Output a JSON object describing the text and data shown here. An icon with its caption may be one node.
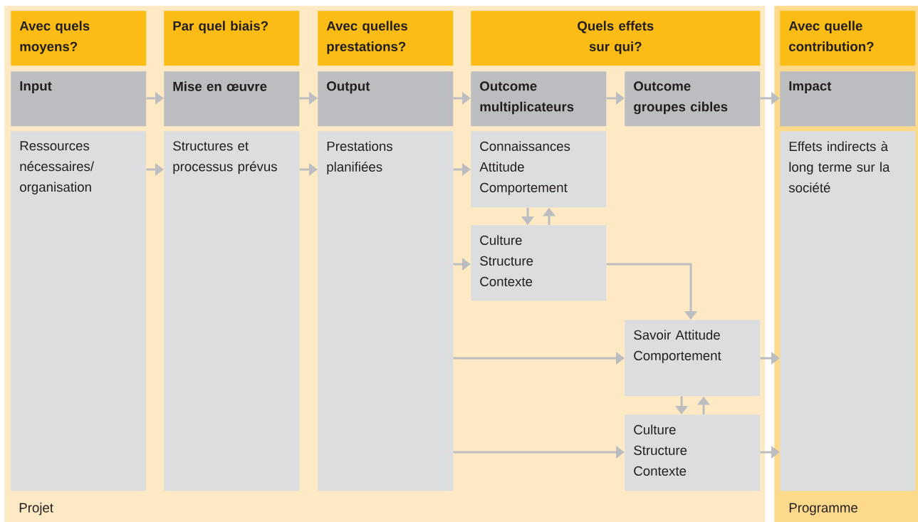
{
  "diagram": {
    "nodes": [
      {
        "text": [
          "Projet"
        ]
      },
      {
        "text": [
          "Programme"
        ]
      },
      {
        "text": [
          "Avec quels moyens?"
        ],
        "in": 0
      },
      {
        "text": [
          "Par quel biais?"
        ],
        "in": 0
      },
      {
        "text": [
          "Avec quelles prestations?"
        ],
        "in": 0
      },
      {
        "text": [
          "Quels effets sur qui?"
        ],
        "in": 0
      },
      {
        "text": [
          "Avec quelle contribution?"
        ],
        "in": 1
      },
      {
        "text": [
          "Input"
        ],
        "in": 0
      },
      {
        "text": [
          "Mise en œuvre"
        ],
        "in": 0
      },
      {
        "text": [
          "Output"
        ],
        "in": 0
      },
      {
        "text": [
          "Outcome multiplicateurs"
        ],
        "in": 0
      },
      {
        "text": [
          "Outcome groupes cibles"
        ],
        "in": 0
      },
      {
        "text": [
          "Impact"
        ],
        "in": 1
      },
      {
        "text": [
          "Ressources nécessaires/ organisation"
        ],
        "in": 0
      },
      {
        "text": [
          "Structures et processus prévus"
        ],
        "in": 0
      },
      {
        "text": [
          "Prestations planifiées"
        ],
        "in": 0
      },
      {
        "text": [
          "Connaissances Attitude Comportement"
        ],
        "in": 0
      },
      {
        "text": [
          "Culture Structure Contexte"
        ],
        "in": 0
      },
      {
        "text": [
          "Savoir Attitude Comportement"
        ],
        "in": 0
      },
      {
        "text": [
          "Culture Structure Contexte"
        ],
        "in": 0
      },
      {
        "text": [
          "Effets indirects à long terme sur la société"
        ],
        "in": 1
      }
    ],
    "edges": [
      {
        "from": 7,
        "to": 8,
        "arrow": "to"
      },
      {
        "from": 8,
        "to": 9,
        "arrow": "to"
      },
      {
        "from": 9,
        "to": 10,
        "arrow": "to"
      },
      {
        "from": 10,
        "to": 11,
        "arrow": "to"
      },
      {
        "from": 11,
        "to": 12,
        "arrow": "to"
      },
      {
        "from": 13,
        "to": 14,
        "arrow": "to"
      },
      {
        "from": 14,
        "to": 15,
        "arrow": "to"
      },
      {
        "from": 15,
        "to": 16,
        "arrow": "to"
      },
      {
        "from": 15,
        "to": 17,
        "arrow": "to"
      },
      {
        "from": 15,
        "to": 18,
        "arrow": "to"
      },
      {
        "from": 15,
        "to": 19,
        "arrow": "to"
      },
      {
        "from": 16,
        "to": 17,
        "arrow": "to"
      },
      {
        "from": 17,
        "to": 16,
        "arrow": "to"
      },
      {
        "from": 17,
        "to": 18,
        "arrow": "to"
      },
      {
        "from": 18,
        "to": 19,
        "arrow": "to"
      },
      {
        "from": 19,
        "to": 18,
        "arrow": "to"
      },
      {
        "from": 18,
        "to": 20,
        "arrow": "to"
      },
      {
        "from": 19,
        "to": 20,
        "arrow": "to"
      }
    ]
  }
}
